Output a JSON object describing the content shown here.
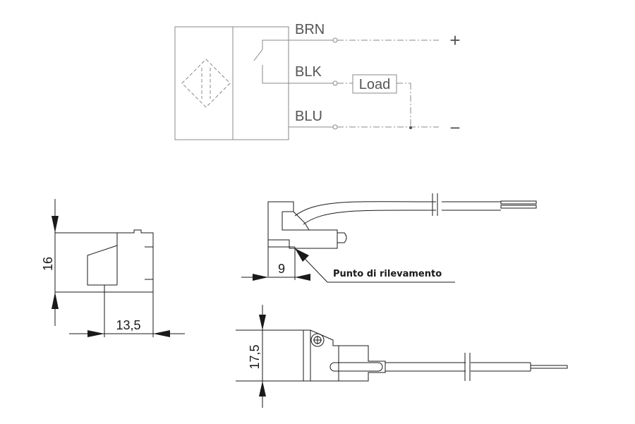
{
  "wiring": {
    "wires": [
      {
        "name": "BRN",
        "sign": "+"
      },
      {
        "name": "BLK",
        "load": "Load"
      },
      {
        "name": "BLU",
        "sign": "−"
      }
    ]
  },
  "dimensions": {
    "height_front": "16",
    "width_front": "13,5",
    "side_distance": "9",
    "height_top": "17,5"
  },
  "annotations": {
    "sensing_point": "Punto di rilevamento"
  }
}
